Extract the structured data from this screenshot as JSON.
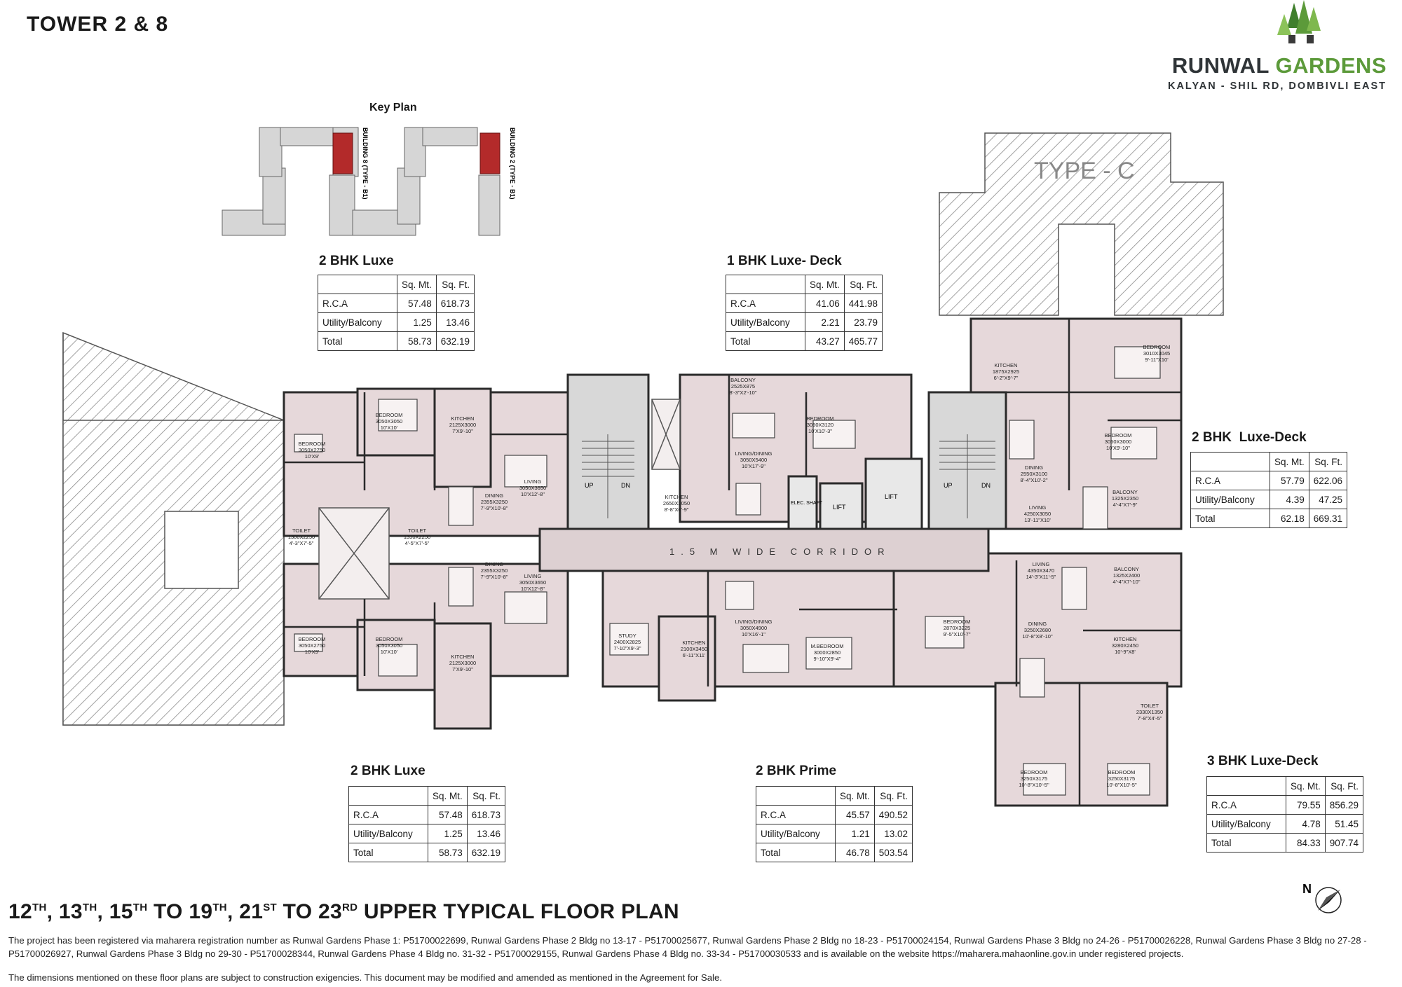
{
  "header": {
    "tower": "TOWER 2 & 8",
    "brand_part1": "RUNWAL",
    "brand_part2": "GARDENS",
    "location": "KALYAN - SHIL RD, DOMBIVLI EAST"
  },
  "key_plan": {
    "title": "Key Plan",
    "building_8": "BUILDING 8 (TYPE - B1)",
    "building_2": "BUILDING 2 (TYPE - B1)"
  },
  "columns": {
    "sqmt": "Sq. Mt.",
    "sqft": "Sq. Ft."
  },
  "units": {
    "top_left": {
      "name": "2 BHK Luxe",
      "rows": [
        {
          "label": "R.C.A",
          "sqmt": "57.48",
          "sqft": "618.73"
        },
        {
          "label": "Utility/Balcony",
          "sqmt": "1.25",
          "sqft": "13.46"
        },
        {
          "label": "Total",
          "sqmt": "58.73",
          "sqft": "632.19"
        }
      ]
    },
    "top_center": {
      "name": "1 BHK Luxe- Deck",
      "rows": [
        {
          "label": "R.C.A",
          "sqmt": "41.06",
          "sqft": "441.98"
        },
        {
          "label": "Utility/Balcony",
          "sqmt": "2.21",
          "sqft": "23.79"
        },
        {
          "label": "Total",
          "sqmt": "43.27",
          "sqft": "465.77"
        }
      ]
    },
    "right_upper": {
      "name": "2 BHK  Luxe-Deck",
      "rows": [
        {
          "label": "R.C.A",
          "sqmt": "57.79",
          "sqft": "622.06"
        },
        {
          "label": "Utility/Balcony",
          "sqmt": "4.39",
          "sqft": "47.25"
        },
        {
          "label": "Total",
          "sqmt": "62.18",
          "sqft": "669.31"
        }
      ]
    },
    "bottom_left": {
      "name": "2 BHK Luxe",
      "rows": [
        {
          "label": "R.C.A",
          "sqmt": "57.48",
          "sqft": "618.73"
        },
        {
          "label": "Utility/Balcony",
          "sqmt": "1.25",
          "sqft": "13.46"
        },
        {
          "label": "Total",
          "sqmt": "58.73",
          "sqft": "632.19"
        }
      ]
    },
    "bottom_center": {
      "name": "2 BHK Prime",
      "rows": [
        {
          "label": "R.C.A",
          "sqmt": "45.57",
          "sqft": "490.52"
        },
        {
          "label": "Utility/Balcony",
          "sqmt": "1.21",
          "sqft": "13.02"
        },
        {
          "label": "Total",
          "sqmt": "46.78",
          "sqft": "503.54"
        }
      ]
    },
    "bottom_right": {
      "name": "3 BHK Luxe-Deck",
      "rows": [
        {
          "label": "R.C.A",
          "sqmt": "79.55",
          "sqft": "856.29"
        },
        {
          "label": "Utility/Balcony",
          "sqmt": "4.78",
          "sqft": "51.45"
        },
        {
          "label": "Total",
          "sqmt": "84.33",
          "sqft": "907.74"
        }
      ]
    }
  },
  "plan_labels": {
    "type_c": "TYPE - C",
    "corridor": "1.5 M WIDE CORRIDOR",
    "lift": "LIFT",
    "up": "UP",
    "dn": "DN",
    "elec_shaft": "ELEC. SHAFT"
  },
  "rooms": [
    {
      "name": "BEDROOM",
      "dims": "3050X3050",
      "ft": "10'X10'"
    },
    {
      "name": "BEDROOM",
      "dims": "3050X2750",
      "ft": "10'X9'"
    },
    {
      "name": "KITCHEN",
      "dims": "2125X3000",
      "ft": "7'X9'-10\""
    },
    {
      "name": "DINING",
      "dims": "2355X3250",
      "ft": "7'-9\"X10'-8\""
    },
    {
      "name": "LIVING",
      "dims": "3050X3650",
      "ft": "10'X12'-8\""
    },
    {
      "name": "TOILET",
      "dims": "1350X2250",
      "ft": "4'-5\"X7'-5\""
    },
    {
      "name": "TOILET",
      "dims": "1300X2250",
      "ft": "4'-3\"X7'-5\""
    },
    {
      "name": "BALCONY",
      "dims": "2525X875",
      "ft": "8'-3\"X2'-10\""
    },
    {
      "name": "LIVING/DINING",
      "dims": "3050X5400",
      "ft": "10'X17'-9\""
    },
    {
      "name": "BEDROOM",
      "dims": "3050X3120",
      "ft": "10'X10'-3\""
    },
    {
      "name": "KITCHEN",
      "dims": "2650X2050",
      "ft": "8'-8\"X6'-9\""
    },
    {
      "name": "DINING",
      "dims": "2550X3100",
      "ft": "8'-4\"X10'-2\""
    },
    {
      "name": "LIVING",
      "dims": "4250X3050",
      "ft": "13'-11\"X10'"
    },
    {
      "name": "BEDROOM",
      "dims": "3010X3045",
      "ft": "9'-11\"X10'"
    },
    {
      "name": "BEDROOM",
      "dims": "3050X3000",
      "ft": "10'X9'-10\""
    },
    {
      "name": "BALCONY",
      "dims": "1325X2350",
      "ft": "4'-4\"X7'-9\""
    },
    {
      "name": "KITCHEN",
      "dims": "1875X2925",
      "ft": "6'-2\"X9'-7\""
    },
    {
      "name": "STUDY",
      "dims": "2400X2825",
      "ft": "7'-10\"X9'-3\""
    },
    {
      "name": "KITCHEN",
      "dims": "2100X3450",
      "ft": "6'-11\"X11'"
    },
    {
      "name": "LIVING/DINING",
      "dims": "3050X4900",
      "ft": "10'X16'-1\""
    },
    {
      "name": "M.BEDROOM",
      "dims": "3000X2850",
      "ft": "9'-10\"X9'-4\""
    },
    {
      "name": "BEDROOM",
      "dims": "2870X3225",
      "ft": "9'-5\"X10'-7\""
    },
    {
      "name": "LIVING",
      "dims": "4350X3470",
      "ft": "14'-3\"X11'-5\""
    },
    {
      "name": "DINING",
      "dims": "3250X2680",
      "ft": "10'-8\"X8'-10\""
    },
    {
      "name": "KITCHEN",
      "dims": "3280X2450",
      "ft": "10'-9\"X8'"
    },
    {
      "name": "BALCONY",
      "dims": "1325X2400",
      "ft": "4'-4\"X7'-10\""
    },
    {
      "name": "BEDROOM",
      "dims": "3250X3175",
      "ft": "10'-8\"X10'-5\""
    },
    {
      "name": "TOILET",
      "dims": "2330X1350",
      "ft": "7'-8\"X4'-5\""
    }
  ],
  "compass": "N",
  "footer": {
    "floors_parts": [
      {
        "n": "12",
        "s": "TH",
        "sep": ", "
      },
      {
        "n": "13",
        "s": "TH",
        "sep": ", "
      },
      {
        "n": "15",
        "s": "TH",
        "sep": " TO "
      },
      {
        "n": "19",
        "s": "TH",
        "sep": ", "
      },
      {
        "n": "21",
        "s": "ST",
        "sep": " TO "
      },
      {
        "n": "23",
        "s": "RD",
        "sep": " "
      }
    ],
    "plan_title_tail": "UPPER TYPICAL FLOOR PLAN",
    "disclaimer_1": "The project has been registered via maharera registration number as Runwal Gardens Phase 1: P51700022699, Runwal Gardens Phase 2 Bldg no 13-17 - P51700025677, Runwal Gardens Phase 2 Bldg no 18-23 - P51700024154, Runwal Gardens Phase 3 Bldg no 24-26 - P51700026228, Runwal Gardens Phase 3 Bldg no 27-28 - P51700026927, Runwal Gardens Phase 3 Bldg no 29-30 - P51700028344, Runwal Gardens Phase 4 Bldg no. 31-32 - P51700029155, Runwal Gardens Phase 4 Bldg no. 33-34 - P51700030533 and is available on the website https://maharera.mahaonline.gov.in under registered projects.",
    "disclaimer_2": "The dimensions mentioned on these floor plans are subject to construction exigencies. This document may be modified and amended as mentioned in the Agreement for Sale."
  },
  "colors": {
    "unit_fill": "#e6d8da",
    "corridor_fill": "#ddd0d2",
    "hatch": "#9a9a9a",
    "keyplan_highlight": "#b32a2a",
    "brand_green": "#5c9a3a"
  }
}
